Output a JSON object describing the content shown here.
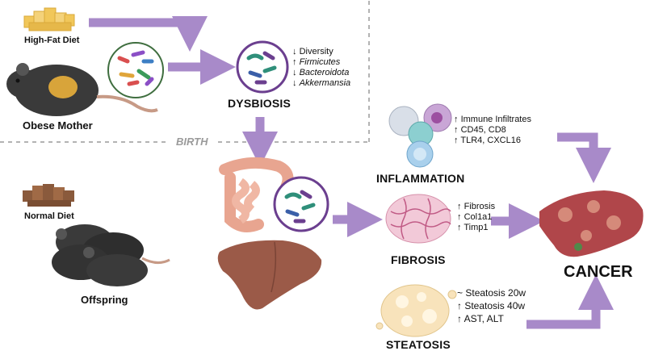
{
  "labels": {
    "high_fat_diet": "High-Fat Diet",
    "obese_mother": "Obese Mother",
    "dysbiosis": "DYSBIOSIS",
    "birth": "BIRTH",
    "normal_diet": "Normal Diet",
    "offspring": "Offspring",
    "inflammation": "INFLAMMATION",
    "fibrosis": "FIBROSIS",
    "steatosis": "STEATOSIS",
    "cancer": "CANCER"
  },
  "dysbiosis_changes": [
    {
      "arrow": "↓",
      "text": "Diversity"
    },
    {
      "arrow": "↑",
      "text": "Firmicutes"
    },
    {
      "arrow": "↓",
      "text": "Bacteroidota"
    },
    {
      "arrow": "↓",
      "text": "Akkermansia"
    }
  ],
  "inflammation_changes": [
    {
      "arrow": "↑",
      "text": "Immune Infiltrates"
    },
    {
      "arrow": "↑",
      "text": "CD45, CD8"
    },
    {
      "arrow": "↑",
      "text": "TLR4, CXCL16"
    }
  ],
  "fibrosis_changes": [
    {
      "arrow": "↑",
      "text": "Fibrosis"
    },
    {
      "arrow": "↑",
      "text": "Col1a1"
    },
    {
      "arrow": "↑",
      "text": "Timp1"
    }
  ],
  "steatosis_changes": [
    {
      "arrow": "~",
      "text": "Steatosis 20w"
    },
    {
      "arrow": "↑",
      "text": "Steatosis 40w"
    },
    {
      "arrow": "↑",
      "text": "AST, ALT"
    }
  ],
  "icons": [
    "fat-cubes-icon",
    "mouse-icon",
    "microbiome-icon",
    "intestine-icon",
    "liver-icon",
    "immune-cells-icon",
    "fibrosis-tissue-icon",
    "steatosis-cell-icon",
    "cancer-liver-icon"
  ],
  "colors": {
    "arrow": "#a88ac9",
    "ring": "#6b3f8f",
    "fat": "#f1c75a",
    "normal_chow": "#8a5a3c",
    "liver": "#9b5a48",
    "cancer_liver": "#b0464a",
    "mouse": "#3a3a3a",
    "intestine": "#e8a590"
  }
}
